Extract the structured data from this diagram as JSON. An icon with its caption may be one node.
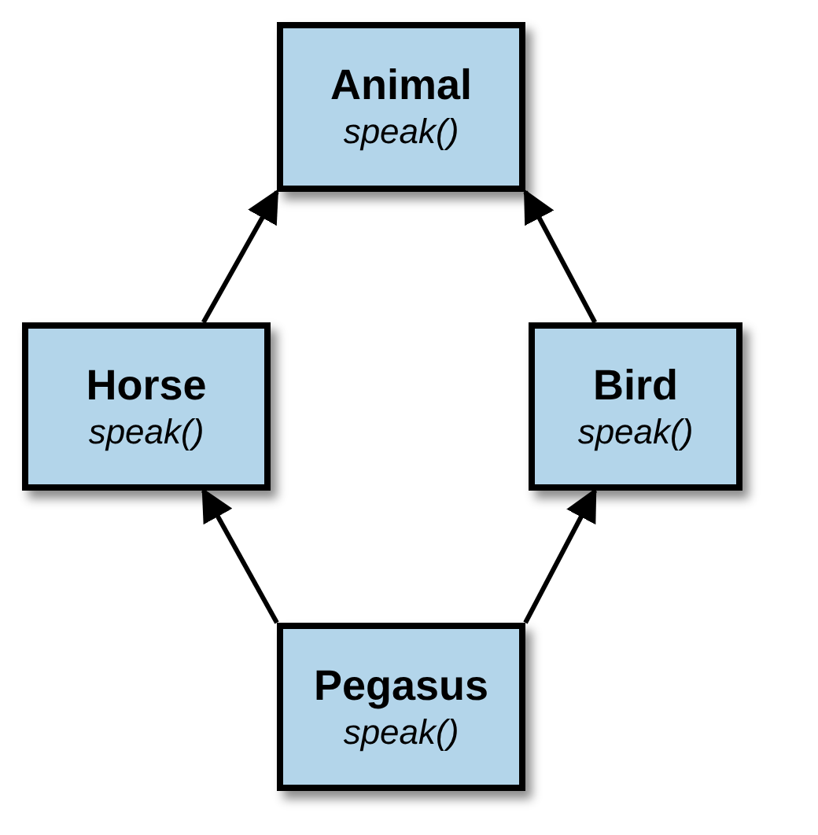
{
  "diagram": {
    "nodes": [
      {
        "text": [
          "Animal",
          "speak()"
        ]
      },
      {
        "text": [
          "Horse",
          "speak()"
        ]
      },
      {
        "text": [
          "Bird",
          "speak()"
        ]
      },
      {
        "text": [
          "Pegasus",
          "speak()"
        ]
      }
    ],
    "edges": [
      {
        "from": 1,
        "to": 0,
        "arrow": "to"
      },
      {
        "from": 2,
        "to": 0,
        "arrow": "to"
      },
      {
        "from": 3,
        "to": 1,
        "arrow": "to"
      },
      {
        "from": 3,
        "to": 2,
        "arrow": "to"
      }
    ]
  }
}
